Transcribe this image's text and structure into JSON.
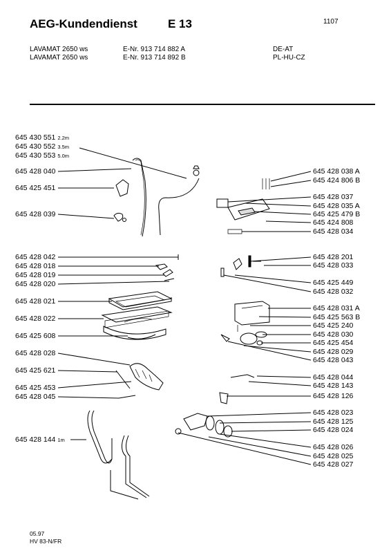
{
  "header": {
    "brand": "AEG-Kundendienst",
    "code": "E 13",
    "page": "1107"
  },
  "models": [
    {
      "name": "LAVAMAT 2650 ws",
      "enr": "E-Nr. 913 714 882 A",
      "region": "DE-AT"
    },
    {
      "name": "LAVAMAT 2650 ws",
      "enr": "E-Nr. 913 714 892 B",
      "region": "PL-HU-CZ"
    }
  ],
  "parts_left": [
    {
      "num": "645 430 551",
      "note": "2.2m"
    },
    {
      "num": "645 430 552",
      "note": "3.5m"
    },
    {
      "num": "645 430 553",
      "note": "5.0m"
    },
    {
      "num": "645 428 040",
      "note": ""
    },
    {
      "num": "645 425 451",
      "note": ""
    },
    {
      "num": "645 428 039",
      "note": ""
    },
    {
      "num": "645 428 042",
      "note": ""
    },
    {
      "num": "645 428 018",
      "note": ""
    },
    {
      "num": "645 428 019",
      "note": ""
    },
    {
      "num": "645 428 020",
      "note": ""
    },
    {
      "num": "645 428 021",
      "note": ""
    },
    {
      "num": "645 428 022",
      "note": ""
    },
    {
      "num": "645 425 608",
      "note": ""
    },
    {
      "num": "645 428 028",
      "note": ""
    },
    {
      "num": "645 425 621",
      "note": ""
    },
    {
      "num": "645 425 453",
      "note": ""
    },
    {
      "num": "645 428 045",
      "note": ""
    },
    {
      "num": "645 428 144",
      "note": "1m"
    }
  ],
  "parts_right": [
    "645 428 038 A",
    "645 424 806 B",
    "645 428 037",
    "645 428 035 A",
    "645 425 479 B",
    "645 424 808",
    "645 428 034",
    "645 428 201",
    "645 428 033",
    "645 425 449",
    "645 428 032",
    "645 428 031 A",
    "645 425 563 B",
    "645 425 240",
    "645 428 030",
    "645 425 454",
    "645 428 029",
    "645 428 043",
    "645 428 044",
    "645 428 143",
    "645 428 126",
    "645 428 023",
    "645 428 125",
    "645 428 024",
    "645 428 026",
    "645 428 025",
    "645 428 027"
  ],
  "footer": {
    "date": "05.97",
    "ref": "HV 83-N/FR"
  }
}
